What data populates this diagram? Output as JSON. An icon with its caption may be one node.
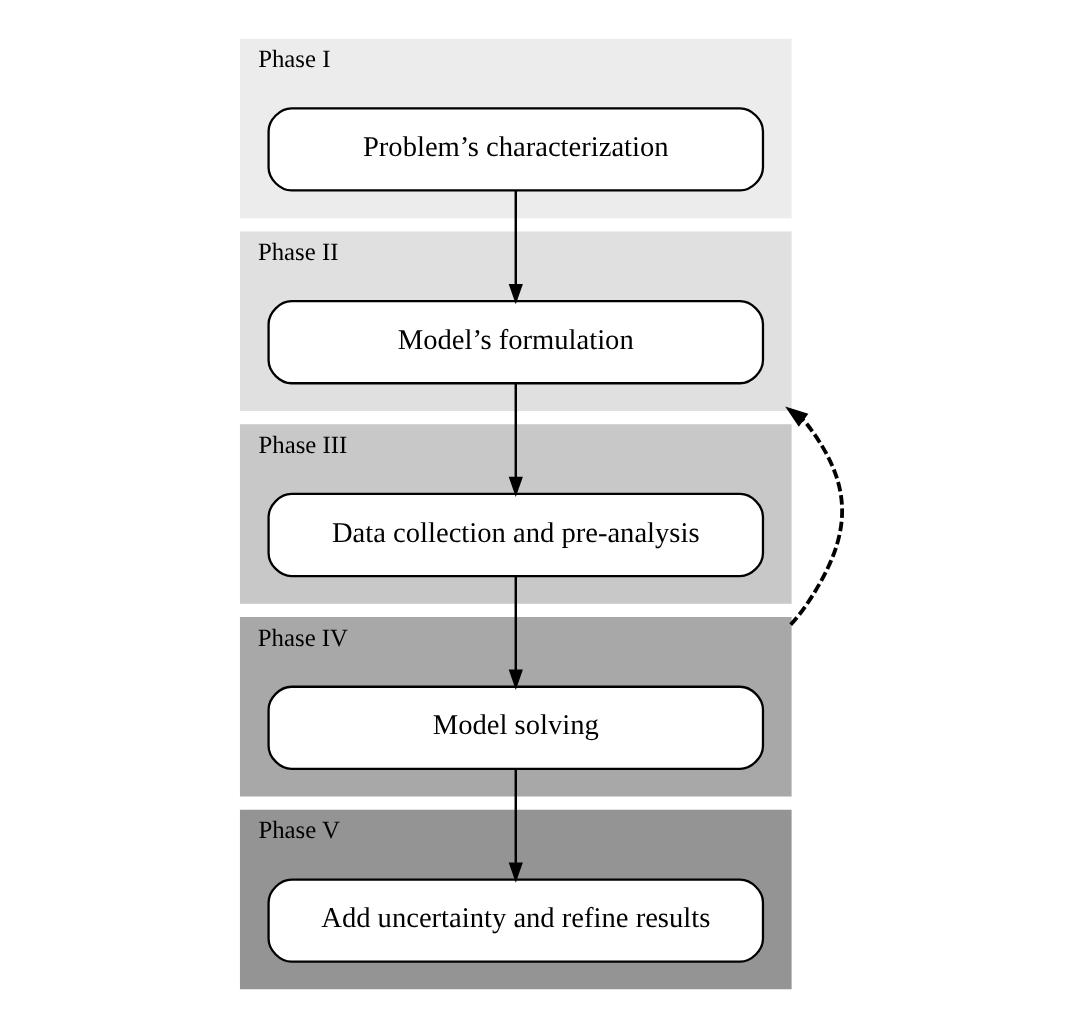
{
  "diagram": {
    "nodes": [
      {
        "text": [
          "Phase I"
        ]
      },
      {
        "text": [
          "Problem’s characterization"
        ],
        "in": 0
      },
      {
        "text": [
          "Phase II"
        ]
      },
      {
        "text": [
          "Model’s formulation"
        ],
        "in": 2
      },
      {
        "text": [
          "Phase III"
        ]
      },
      {
        "text": [
          "Data collection and pre-analysis"
        ],
        "in": 4
      },
      {
        "text": [
          "Phase IV"
        ]
      },
      {
        "text": [
          "Model solving"
        ],
        "in": 6
      },
      {
        "text": [
          "Phase V"
        ]
      },
      {
        "text": [
          "Add uncertainty and refine results"
        ],
        "in": 8
      }
    ],
    "edges": [
      {
        "from": 1,
        "to": 3,
        "arrow": "to"
      },
      {
        "from": 3,
        "to": 5,
        "arrow": "to"
      },
      {
        "from": 5,
        "to": 7,
        "arrow": "to"
      },
      {
        "from": 7,
        "to": 9,
        "arrow": "to"
      },
      {
        "from": 6,
        "to": 2,
        "arrow": "to",
        "style": "dashed"
      }
    ]
  }
}
